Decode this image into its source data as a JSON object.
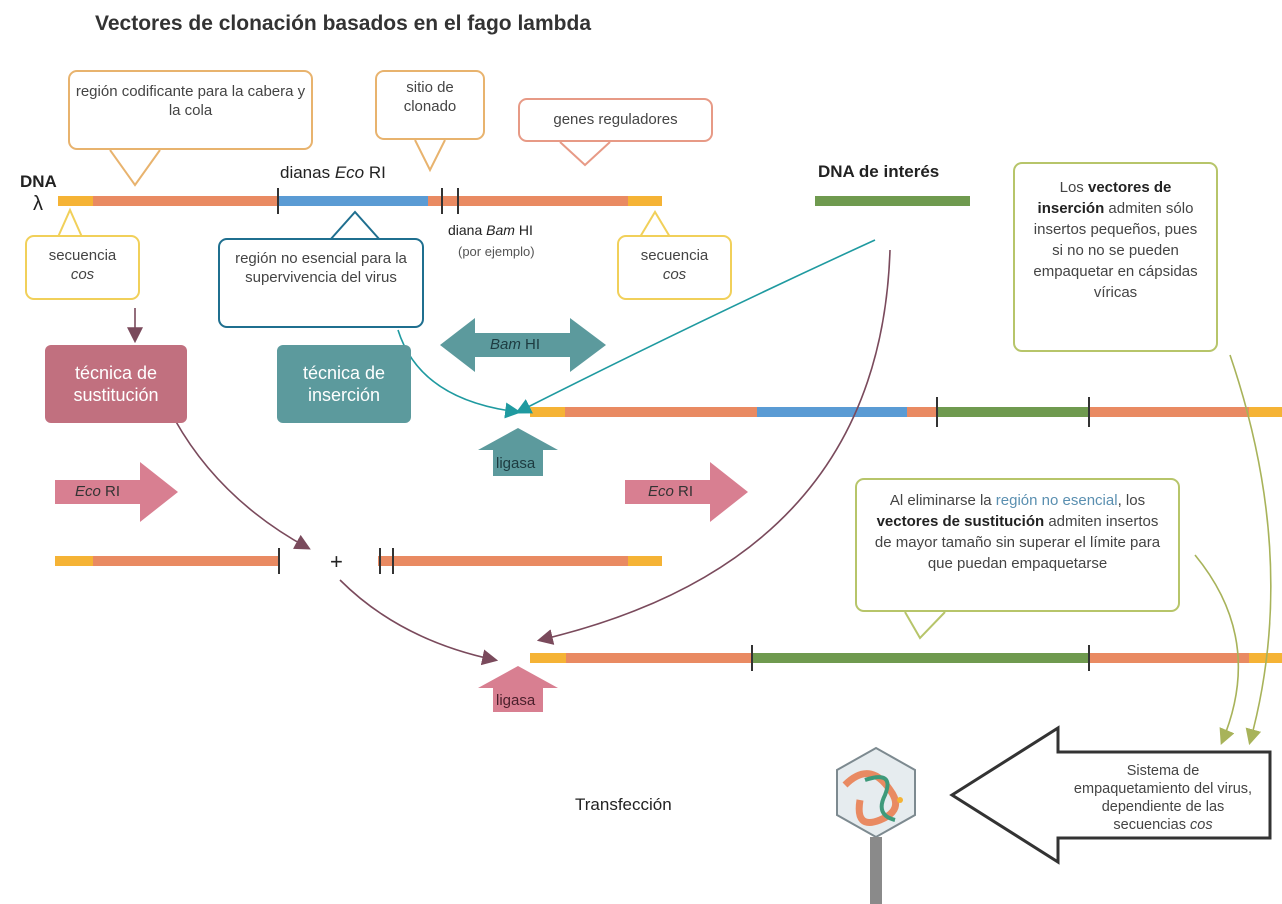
{
  "title": "Vectores de clonación basados en el fago lambda",
  "callouts": {
    "head_tail": "región codificante para la cabera y la cola",
    "cloning_site": "sitio de clonado",
    "regulatory": "genes reguladores",
    "cos_left_1": "secuencia",
    "cos_left_2": "cos",
    "cos_right_1": "secuencia",
    "cos_right_2": "cos",
    "non_essential": "región no esencial para la supervivencia del virus",
    "insertion_note": {
      "pre": "Los ",
      "kw1": "vectores de inserción",
      "post": " admiten sólo insertos pequeños, pues si no no se pueden empaquetar en cápsidas víricas"
    },
    "substitution_note": {
      "p1": "Al eliminarse la ",
      "hl": "región no esencial",
      "p2": ", los ",
      "kw1": "vectores de sustitución",
      "p3": " admiten insertos de mayor tamaño sin superar el límite para que puedan empaquetarse"
    },
    "packaging": {
      "pre": "Sistema de empaquetamiento del virus, dependiente de las secuencias ",
      "it": "cos"
    }
  },
  "labels": {
    "dna": "DNA",
    "lambda": "λ",
    "eco_targets_pre": "dianas ",
    "eco_targets_it": "Eco",
    "eco_targets_post": " RI",
    "bam_target_pre": "diana ",
    "bam_target_it": "Bam",
    "bam_target_post": " HI",
    "bam_example": "(por ejemplo)",
    "dna_interest": "DNA de interés",
    "transfection": "Transfección"
  },
  "techniques": {
    "substitution": "técnica de sustitución",
    "insertion": "técnica de inserción"
  },
  "enzymes": {
    "bam_it": "Bam",
    "bam_ri": " HI",
    "eco_it": "Eco",
    "eco_ri": " RI",
    "ligase": "ligasa"
  },
  "colors": {
    "cos": "#f5b335",
    "dna_body": "#e98a62",
    "non_essential": "#5a9bd4",
    "insert": "#6f9a4f",
    "substitution": "#c1707f",
    "insertion": "#5c9a9d",
    "teal_arrow": "#1f9aa0",
    "purple_arrow": "#7a4a5c"
  }
}
